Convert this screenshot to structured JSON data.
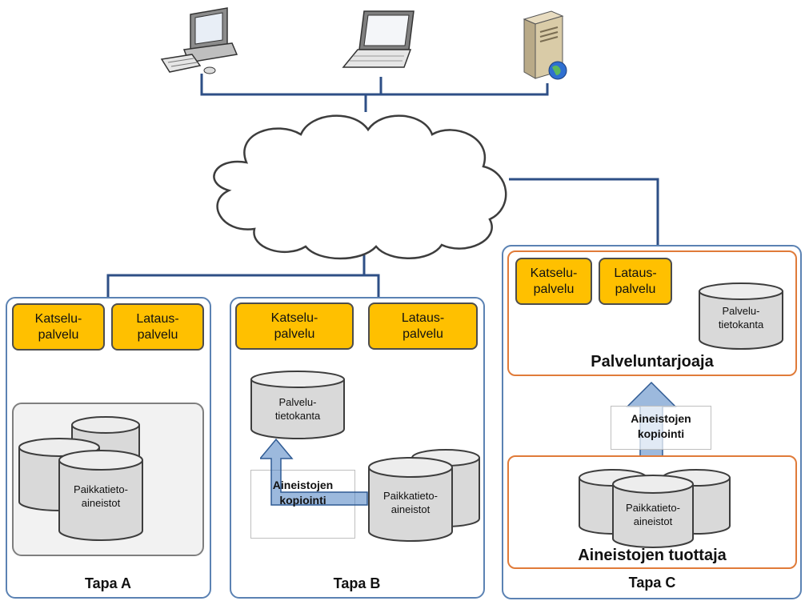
{
  "colors": {
    "panel_border": "#5b82b3",
    "line": "#2e4f86",
    "service_fill": "#ffc000",
    "provider_border": "#e07b39",
    "db_fill": "#d9d9d9",
    "arrow": "#4a7fc1"
  },
  "clients": [
    {
      "icon": "desktop-computer-icon"
    },
    {
      "icon": "laptop-icon"
    },
    {
      "icon": "web-server-icon"
    }
  ],
  "network": {
    "icon": "cloud-icon"
  },
  "tapa_a": {
    "caption": "Tapa  A",
    "view_service": "Katselu-\npalvelu",
    "download_service": "Lataus-\npalvelu",
    "db_label": "Paikkatieto-\naineistot"
  },
  "tapa_b": {
    "caption": "Tapa  B",
    "view_service": "Katselu-\npalvelu",
    "download_service": "Lataus-\npalvelu",
    "service_db_label": "Palvelu-\ntietokanta",
    "source_db_label": "Paikkatieto-\naineistot",
    "copy_label": "Aineistojen\nkopiointi"
  },
  "tapa_c": {
    "caption": "Tapa  C",
    "view_service": "Katselu-\npalvelu",
    "download_service": "Lataus-\npalvelu",
    "service_db_label": "Palvelu-\ntietokanta",
    "provider_label": "Palveluntarjoaja",
    "copy_label": "Aineistojen\nkopiointi",
    "source_db_label": "Paikkatieto-\naineistot",
    "producer_label": "Aineistojen tuottaja"
  }
}
